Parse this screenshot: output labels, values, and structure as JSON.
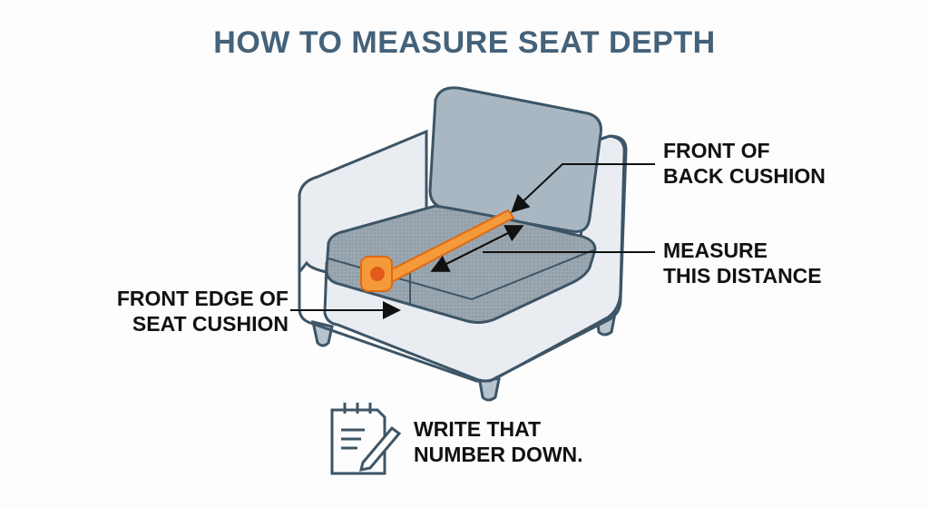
{
  "title": "HOW TO MEASURE SEAT DEPTH",
  "labels": {
    "back_cushion": [
      "FRONT OF",
      "BACK CUSHION"
    ],
    "measure": [
      "MEASURE",
      "THIS DISTANCE"
    ],
    "front_edge": [
      "FRONT EDGE OF",
      "SEAT CUSHION"
    ],
    "write": [
      "WRITE THAT",
      "NUMBER DOWN."
    ]
  },
  "icons": [
    "armchair-illustration",
    "tape-measure-icon",
    "notepad-pencil-icon",
    "arrow-icon",
    "double-arrow-icon"
  ],
  "colors": {
    "title": "#44627a",
    "chair_frame": "#e9edf1",
    "chair_outline": "#3d5566",
    "cushion": "#9aa6b0",
    "back_cushion": "#a9b7c3",
    "tape": "#f28a2a",
    "text": "#111111"
  }
}
